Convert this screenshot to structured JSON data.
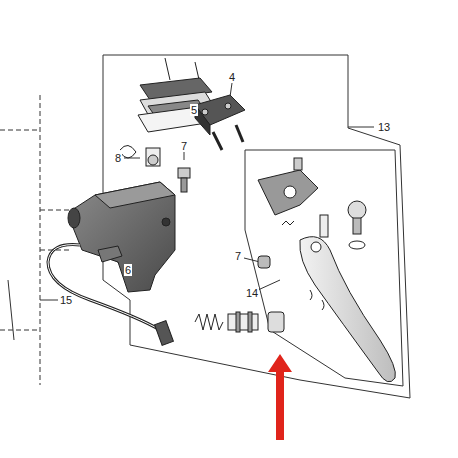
{
  "diagram": {
    "labels": [
      "4",
      "5",
      "13",
      "7",
      "8",
      "7",
      "6",
      "14",
      "15"
    ]
  }
}
